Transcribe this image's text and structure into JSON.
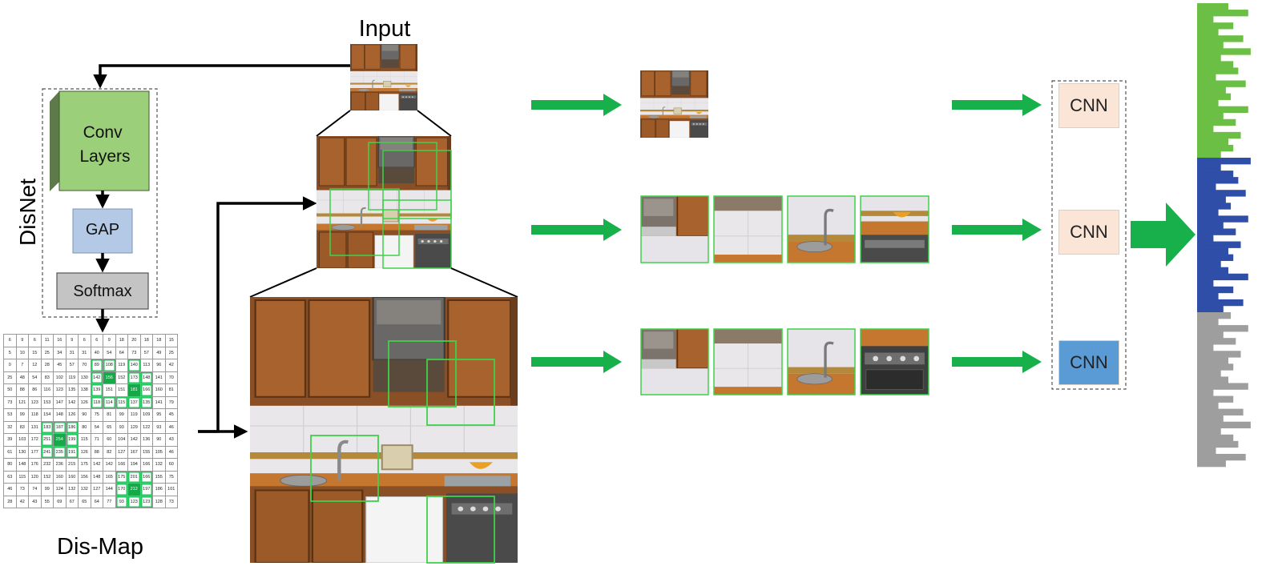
{
  "labels": {
    "input": "Input",
    "disnet": "DisNet",
    "dismap": "Dis-Map",
    "conv_layers": "Conv Layers",
    "gap": "GAP",
    "softmax": "Softmax",
    "cnn": [
      "CNN",
      "CNN",
      "CNN"
    ]
  },
  "colors": {
    "arrow_green": "#17b04b",
    "conv_front": "#9ccf7a",
    "conv_dark": "#5f7a4a",
    "gap": "#b4c9e6",
    "softmax": "#c4c4c4",
    "cnn_peach": "#fbe5d6",
    "cnn_blue": "#5b9bd5",
    "feature_green": "#6bbf45",
    "feature_blue": "#2e4ea8",
    "feature_gray": "#9e9e9e",
    "box_green": "#3ed14a"
  },
  "dismap": {
    "rows": [
      [
        "6",
        "9",
        "6",
        "11",
        "16",
        "9",
        "6",
        "6",
        "9",
        "18",
        "20",
        "18",
        "18",
        "15"
      ],
      [
        "5",
        "10",
        "15",
        "25",
        "34",
        "31",
        "31",
        "40",
        "54",
        "64",
        "73",
        "57",
        "49",
        "25"
      ],
      [
        "0",
        "7",
        "12",
        "28",
        "45",
        "57",
        "70",
        "89",
        "108",
        "119",
        "140",
        "113",
        "96",
        "42"
      ],
      [
        "25",
        "48",
        "54",
        "83",
        "102",
        "119",
        "130",
        "142",
        "156",
        "152",
        "173",
        "148",
        "141",
        "70"
      ],
      [
        "50",
        "88",
        "86",
        "116",
        "123",
        "135",
        "138",
        "139",
        "151",
        "151",
        "181",
        "166",
        "160",
        "81"
      ],
      [
        "73",
        "121",
        "123",
        "153",
        "147",
        "142",
        "126",
        "118",
        "114",
        "115",
        "137",
        "135",
        "141",
        "79"
      ],
      [
        "53",
        "99",
        "118",
        "154",
        "148",
        "126",
        "90",
        "75",
        "81",
        "99",
        "119",
        "109",
        "95",
        "45"
      ],
      [
        "32",
        "83",
        "131",
        "183",
        "187",
        "186",
        "80",
        "54",
        "65",
        "93",
        "129",
        "122",
        "93",
        "46"
      ],
      [
        "39",
        "103",
        "172",
        "251",
        "254",
        "199",
        "115",
        "71",
        "60",
        "104",
        "142",
        "136",
        "90",
        "43"
      ],
      [
        "61",
        "130",
        "177",
        "241",
        "235",
        "191",
        "126",
        "88",
        "82",
        "127",
        "167",
        "155",
        "105",
        "46"
      ],
      [
        "80",
        "148",
        "176",
        "232",
        "236",
        "215",
        "175",
        "142",
        "142",
        "166",
        "194",
        "166",
        "132",
        "60"
      ],
      [
        "63",
        "115",
        "120",
        "152",
        "160",
        "160",
        "156",
        "148",
        "165",
        "175",
        "201",
        "166",
        "155",
        "75"
      ],
      [
        "46",
        "73",
        "74",
        "99",
        "124",
        "132",
        "132",
        "127",
        "144",
        "170",
        "212",
        "197",
        "186",
        "101"
      ],
      [
        "28",
        "42",
        "43",
        "55",
        "69",
        "67",
        "65",
        "64",
        "77",
        "93",
        "123",
        "123",
        "128",
        "73"
      ]
    ]
  }
}
